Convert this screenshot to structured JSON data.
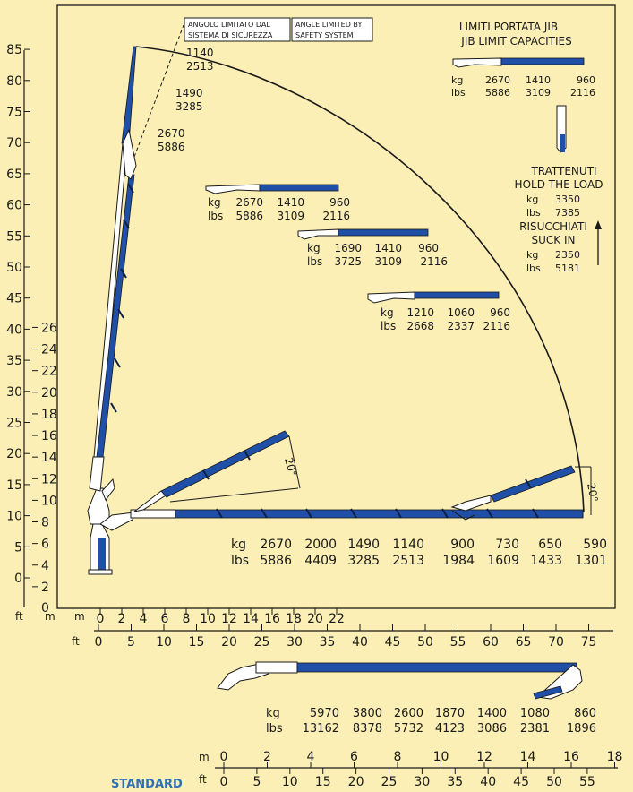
{
  "colors": {
    "background": "#fbefb5",
    "boom_blue": "#1f4fa6",
    "ink": "#1a1a1a",
    "caption": "#2f6fb3"
  },
  "notes": {
    "angle_it_1": "ANGOLO LIMITATO DAL",
    "angle_it_2": "SISTEMA DI SICUREZZA",
    "angle_en_1": "ANGLE LIMITED BY",
    "angle_en_2": "SAFETY SYSTEM",
    "jib_title_it": "LIMITI PORTATA JIB",
    "jib_title_en": "JIB LIMIT CAPACITIES",
    "trattenuti": "TRATTENUTI",
    "hold": "HOLD THE LOAD",
    "hold_kg": "3350",
    "hold_lbs": "7385",
    "risucchiati": "RISUCCHIATI",
    "suck": "SUCK IN",
    "suck_kg": "2350",
    "suck_lbs": "5181",
    "angle_20": "20°",
    "caption": "STANDARD"
  },
  "units": {
    "kg": "kg",
    "lbs": "lbs",
    "m": "m",
    "ft": "ft"
  },
  "vertical_loads": [
    {
      "kg": "1140",
      "lbs": "2513"
    },
    {
      "kg": "1490",
      "lbs": "3285"
    },
    {
      "kg": "2670",
      "lbs": "5886"
    }
  ],
  "jib_capacities": {
    "kg": [
      "2670",
      "1410",
      "960"
    ],
    "lbs": [
      "5886",
      "3109",
      "2116"
    ]
  },
  "config_a": {
    "kg": [
      "2670",
      "1410",
      "960"
    ],
    "lbs": [
      "5886",
      "3109",
      "2116"
    ]
  },
  "config_b": {
    "kg": [
      "1690",
      "1410",
      "960"
    ],
    "lbs": [
      "3725",
      "3109",
      "2116"
    ]
  },
  "config_c": {
    "kg": [
      "1210",
      "1060",
      "960"
    ],
    "lbs": [
      "2668",
      "2337",
      "2116"
    ]
  },
  "main_loads": {
    "kg": [
      "2670",
      "2000",
      "1490",
      "1140",
      "900",
      "730",
      "650",
      "590"
    ],
    "lbs": [
      "5886",
      "4409",
      "3285",
      "2513",
      "1984",
      "1609",
      "1433",
      "1301"
    ]
  },
  "lower_loads": {
    "kg": [
      "5970",
      "3800",
      "2600",
      "1870",
      "1400",
      "1080",
      "860"
    ],
    "lbs": [
      "13162",
      "8378",
      "5732",
      "4123",
      "3086",
      "2381",
      "1896"
    ]
  },
  "left_axis": {
    "ft_ticks": [
      "0",
      "5",
      "10",
      "15",
      "20",
      "25",
      "30",
      "35",
      "40",
      "45",
      "50",
      "55",
      "60",
      "65",
      "70",
      "75",
      "80",
      "85"
    ],
    "m_ticks": [
      "2",
      "4",
      "6",
      "8",
      "10",
      "12",
      "14",
      "16",
      "18",
      "20",
      "22",
      "24",
      "26"
    ]
  },
  "bottom_axis": {
    "m_ticks": [
      "0",
      "2",
      "4",
      "6",
      "8",
      "10",
      "12",
      "14",
      "16",
      "18",
      "20",
      "22"
    ],
    "ft_ticks": [
      "0",
      "5",
      "10",
      "15",
      "20",
      "25",
      "30",
      "35",
      "40",
      "45",
      "50",
      "55",
      "60",
      "65",
      "70",
      "75"
    ]
  },
  "lower_axis": {
    "m_ticks": [
      "0",
      "2",
      "4",
      "6",
      "8",
      "10",
      "12",
      "14",
      "16",
      "18"
    ],
    "ft_ticks": [
      "0",
      "5",
      "10",
      "15",
      "20",
      "25",
      "30",
      "35",
      "40",
      "45",
      "50",
      "55"
    ]
  }
}
